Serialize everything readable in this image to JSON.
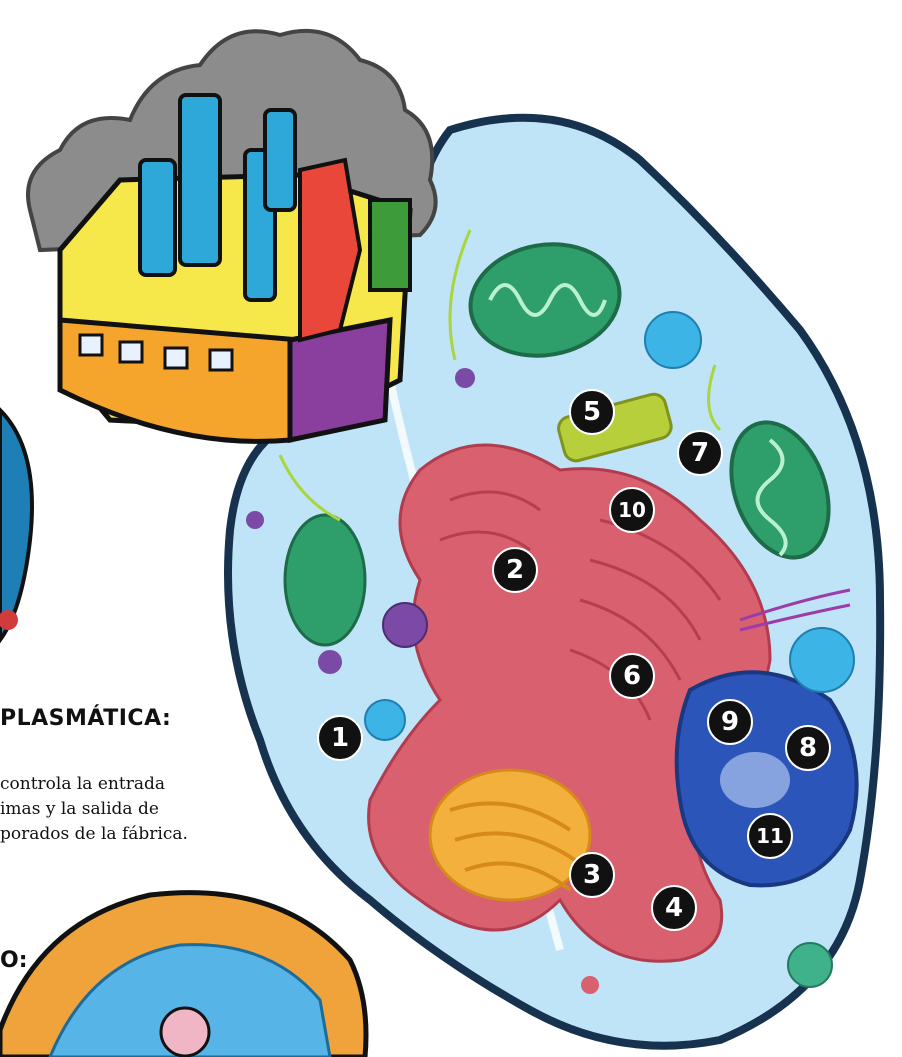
{
  "text": {
    "heading_plasma": "PLASMÁTICA:",
    "desc_lines": [
      "controla la entrada",
      "imas y la salida de",
      "porados de la fábrica."
    ],
    "heading_partial": "O:"
  },
  "markers": [
    {
      "label": "1",
      "name": "organelle-marker-1"
    },
    {
      "label": "2",
      "name": "organelle-marker-2"
    },
    {
      "label": "3",
      "name": "organelle-marker-3"
    },
    {
      "label": "4",
      "name": "organelle-marker-4"
    },
    {
      "label": "5",
      "name": "organelle-marker-5"
    },
    {
      "label": "6",
      "name": "organelle-marker-6"
    },
    {
      "label": "7",
      "name": "organelle-marker-7"
    },
    {
      "label": "8",
      "name": "organelle-marker-8"
    },
    {
      "label": "9",
      "name": "organelle-marker-9"
    },
    {
      "label": "10",
      "name": "organelle-marker-10"
    },
    {
      "label": "11",
      "name": "organelle-marker-11"
    }
  ],
  "colors": {
    "cytoplasm": "#bfe3f7",
    "membrane": "#16324f",
    "er": "#d9606e",
    "mitochondria": "#2e9e6b",
    "nucleus": "#2b55b8",
    "golgi": "#f3b03c",
    "factory_wall": "#f6e84a",
    "factory_base": "#f5a52c",
    "smoke": "#8c8c8c",
    "chimney": "#2ea8d8"
  }
}
